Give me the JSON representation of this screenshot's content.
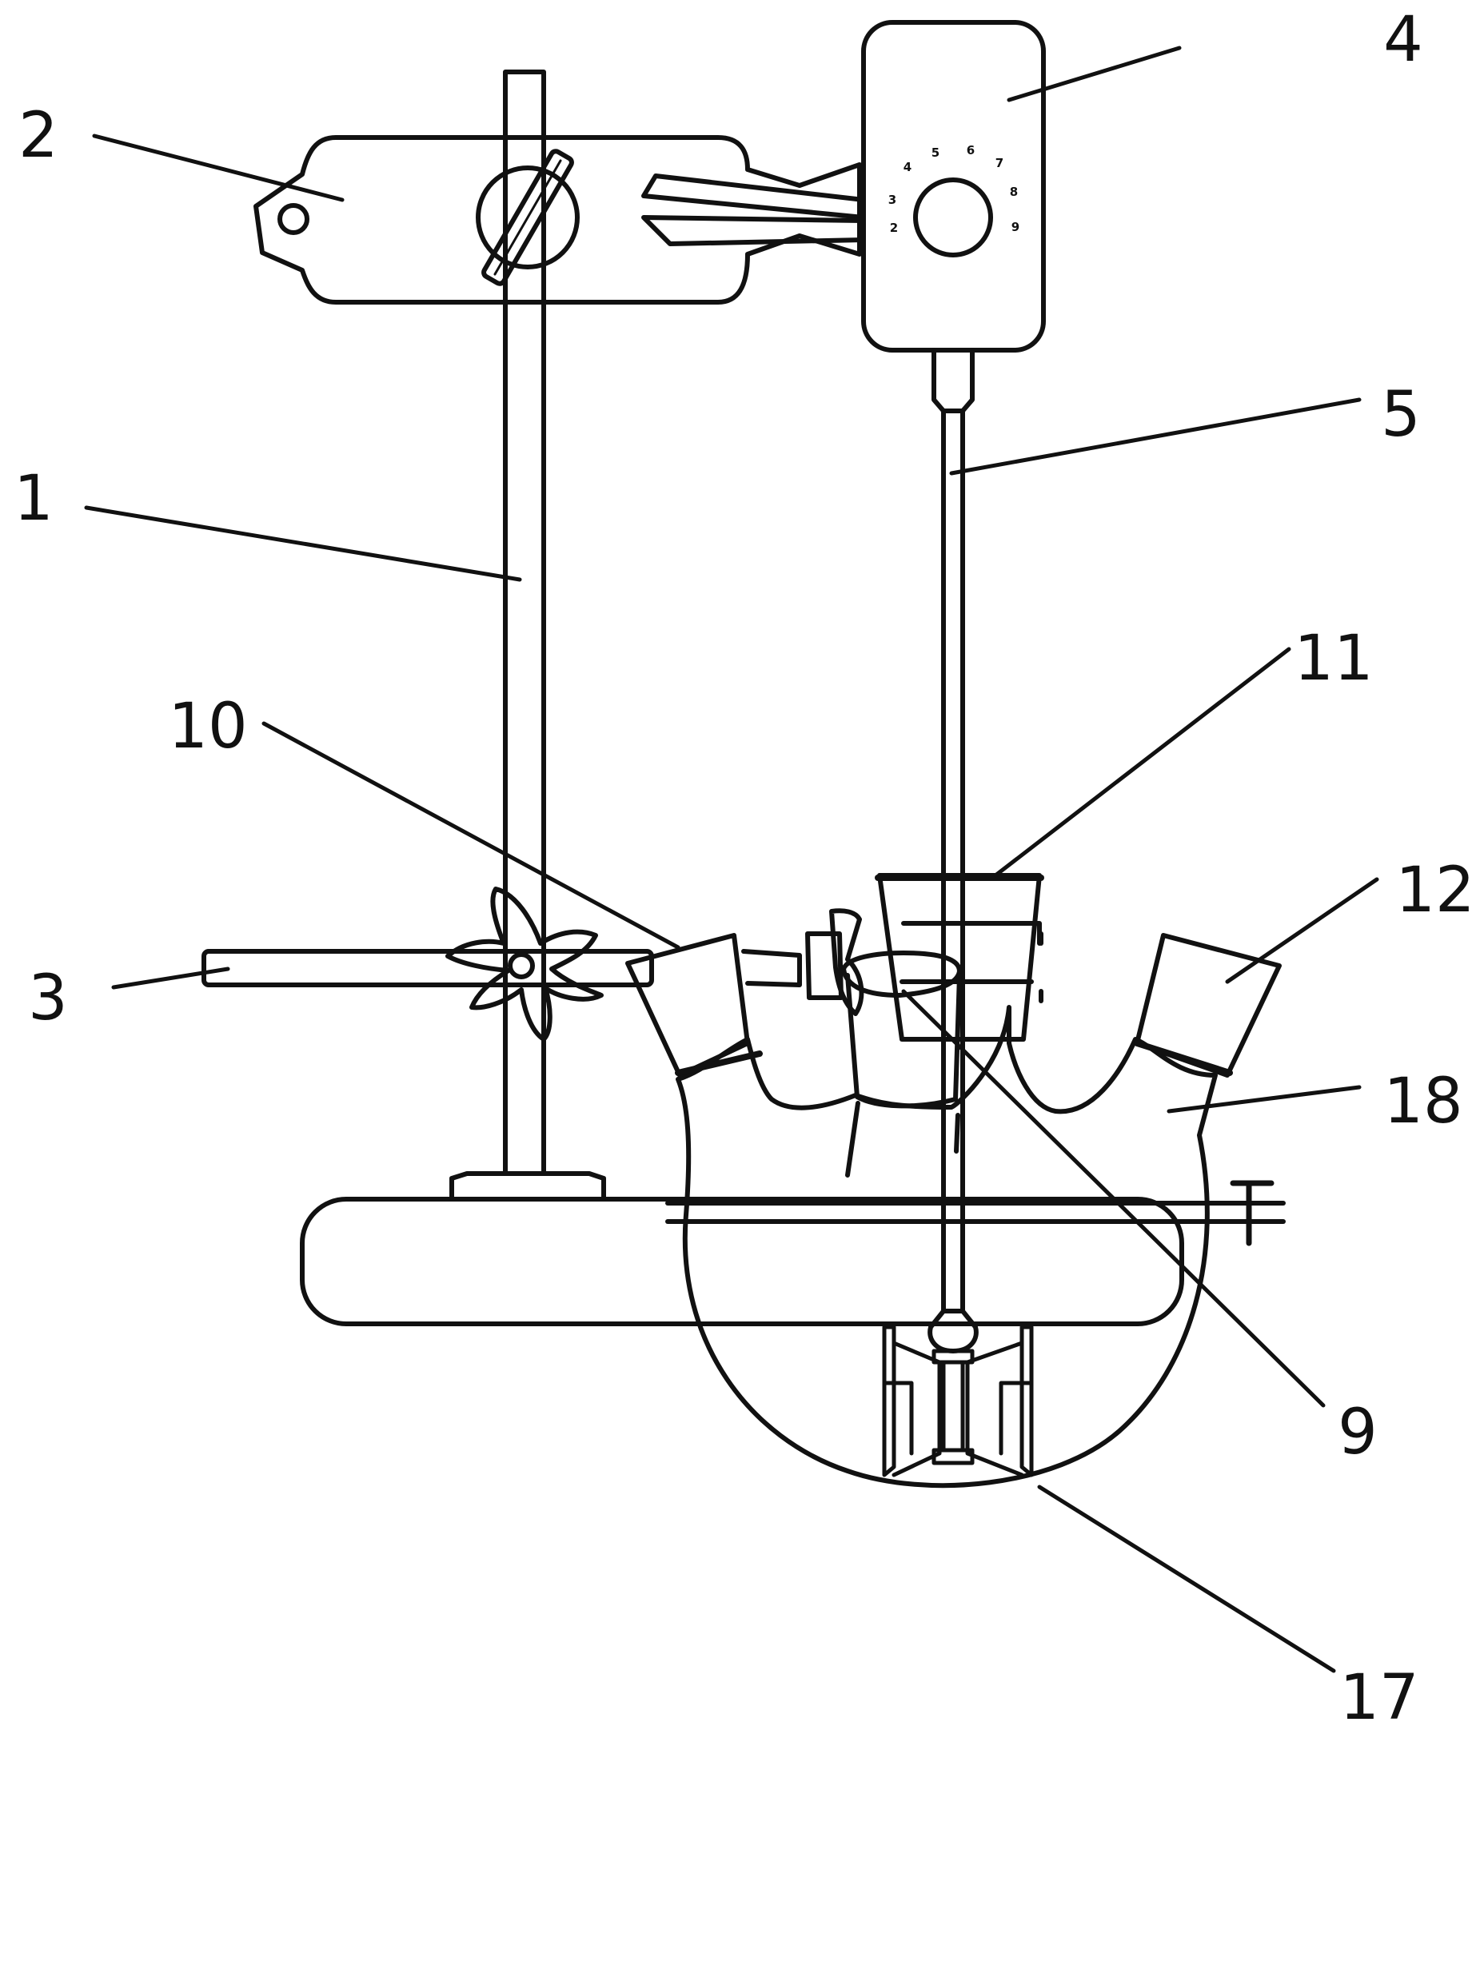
{
  "figure": {
    "colors": {
      "line": "#111111",
      "background": "#ffffff"
    },
    "labels": {
      "l1": "1",
      "l2": "2",
      "l3": "3",
      "l4": "4",
      "l5": "5",
      "l9": "9",
      "l10": "10",
      "l11": "11",
      "l12": "12",
      "l17": "17",
      "l18": "18"
    },
    "dial_marks": [
      "2",
      "3",
      "4",
      "5",
      "6",
      "7",
      "8",
      "9"
    ]
  }
}
